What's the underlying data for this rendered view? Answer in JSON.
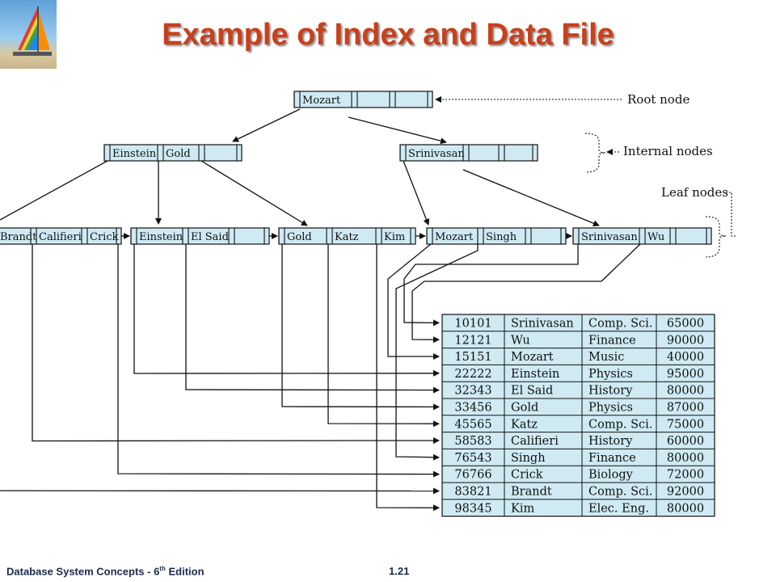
{
  "slide": {
    "title": "Example of Index and Data File",
    "footer_left": "Database  System Concepts  - 6",
    "footer_sup": "th",
    "footer_tail": " Edition",
    "page_number": "1.21"
  },
  "labels": {
    "root": "Root node",
    "internal": "Internal nodes",
    "leaf": "Leaf nodes"
  },
  "nodes": {
    "root": [
      "Mozart"
    ],
    "internal_left": [
      "Einstein",
      "Gold"
    ],
    "internal_right": [
      "Srinivasan"
    ],
    "leaf1": [
      "Brandt",
      "Califieri",
      "Crick"
    ],
    "leaf2": [
      "Einstein",
      "El Said"
    ],
    "leaf3": [
      "Gold",
      "Katz",
      "Kim"
    ],
    "leaf4": [
      "Mozart",
      "Singh"
    ],
    "leaf5": [
      "Srinivasan",
      "Wu"
    ]
  },
  "records": [
    [
      "10101",
      "Srinivasan",
      "Comp. Sci.",
      "65000"
    ],
    [
      "12121",
      "Wu",
      "Finance",
      "90000"
    ],
    [
      "15151",
      "Mozart",
      "Music",
      "40000"
    ],
    [
      "22222",
      "Einstein",
      "Physics",
      "95000"
    ],
    [
      "32343",
      "El Said",
      "History",
      "80000"
    ],
    [
      "33456",
      "Gold",
      "Physics",
      "87000"
    ],
    [
      "45565",
      "Katz",
      "Comp. Sci.",
      "75000"
    ],
    [
      "58583",
      "Califieri",
      "History",
      "60000"
    ],
    [
      "76543",
      "Singh",
      "Finance",
      "80000"
    ],
    [
      "76766",
      "Crick",
      "Biology",
      "72000"
    ],
    [
      "83821",
      "Brandt",
      "Comp. Sci.",
      "92000"
    ],
    [
      "98345",
      "Kim",
      "Elec. Eng.",
      "80000"
    ]
  ],
  "colors": {
    "title": "#c8401c",
    "cell_fill": "#cfeaf3",
    "line": "#111111",
    "footer": "#1b2a4a"
  }
}
